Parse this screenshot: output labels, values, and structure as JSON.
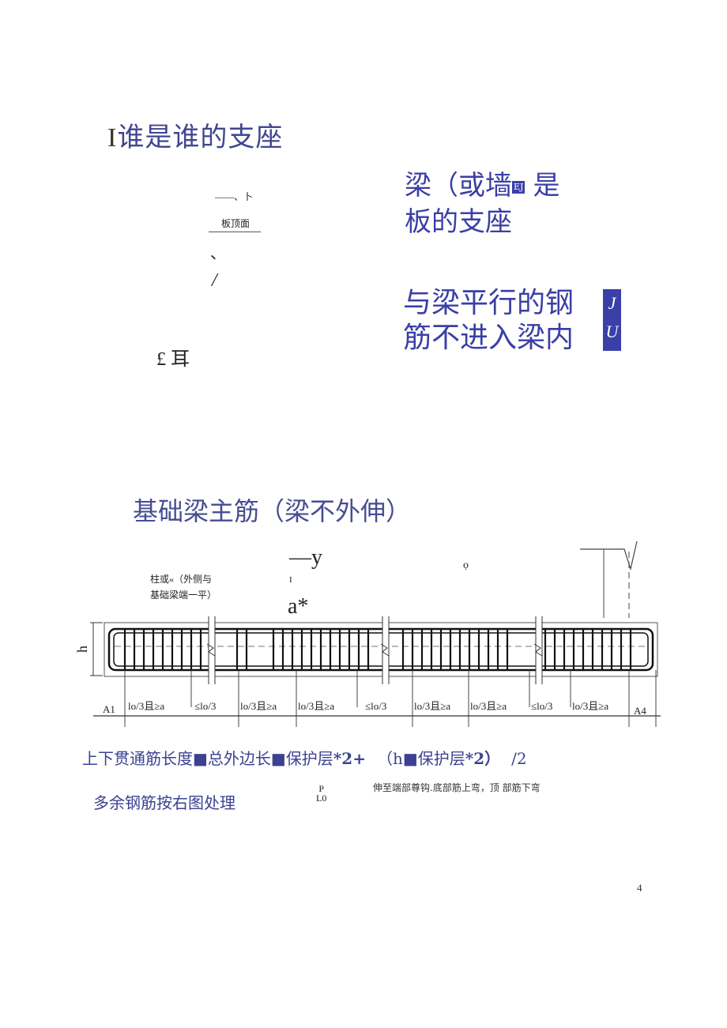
{
  "section1": {
    "title_marker": "I",
    "title": "谁是谁的支座",
    "diagram": {
      "top_mark": "——、卜",
      "label": "板顶面",
      "tick_mark": "、",
      "slash_mark": "/",
      "bottom_marks": "£ 耳"
    },
    "statement1": {
      "line1_a": "梁（或墙",
      "badge": "EJ",
      "line1_b": "是",
      "line2": "板的支座"
    },
    "statement2": {
      "line1": "与梁平行的钢",
      "line2": "筋不进入梁内",
      "side_box_top": "J",
      "side_box_bottom": "U"
    }
  },
  "section2": {
    "title": "基础梁主筋（梁不外伸）",
    "diagram": {
      "note_line1": "柱或«（外侧与",
      "note_line2": "基础梁端一平）",
      "mark_y": "—y",
      "mark_i": "I",
      "mark_a": "a*",
      "mark_hook": "ọ",
      "height_label": "h",
      "dimension_labels": [
        "A1",
        "lo/3且≥a",
        "≤lo/3",
        "lo/3且≥a",
        "lo/3且≥a",
        "≤lo/3",
        "lo/3且≥a",
        "lo/3且≥a",
        "≤lo/3",
        "lo/3且≥a",
        "A4"
      ]
    },
    "formula": {
      "p1": "上下贯通筋长度",
      "p2": "总外边长",
      "p3": "保护层",
      "p4": "*2+",
      "p5": "（h",
      "p6": "保护层",
      "p7": "*2）",
      "p8": "/2"
    },
    "note": "多余钢筋按右图处理",
    "mark_p": "P",
    "mark_lo": "L0",
    "right_note": "伸至端部尊钩.底部筋上弯，顶 部筋下弯"
  },
  "page_number": "4",
  "colors": {
    "accent_blue": "#3a3fa5",
    "title_blue": "#40468f",
    "box_fill": "#3b3fa8"
  }
}
